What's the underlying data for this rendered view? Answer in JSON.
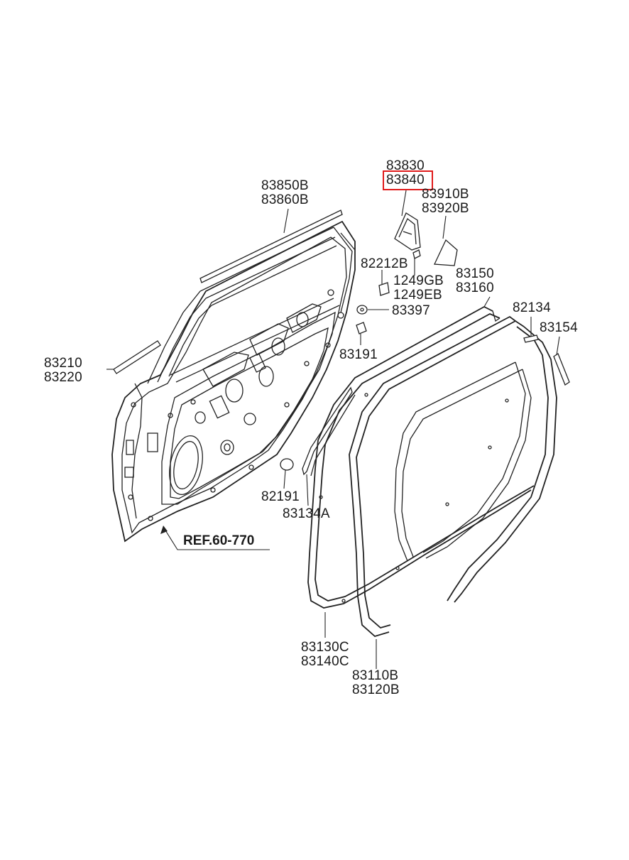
{
  "labels": {
    "p83830": "83830",
    "p83840": "83840",
    "p83910B": "83910B",
    "p83920B": "83920B",
    "p83850B": "83850B",
    "p83860B": "83860B",
    "p82212B": "82212B",
    "p1249GB": "1249GB",
    "p1249EB": "1249EB",
    "p83397": "83397",
    "p83150": "83150",
    "p83160": "83160",
    "p82134": "82134",
    "p83154": "83154",
    "p83191": "83191",
    "p83210": "83210",
    "p83220": "83220",
    "p82191": "82191",
    "p83134A": "83134A",
    "ref": "REF.60-770",
    "p83130C": "83130C",
    "p83140C": "83140C",
    "p83110B": "83110B",
    "p83120B": "83120B"
  },
  "highlight": {
    "part": "83840",
    "color": "#e01b1b"
  }
}
